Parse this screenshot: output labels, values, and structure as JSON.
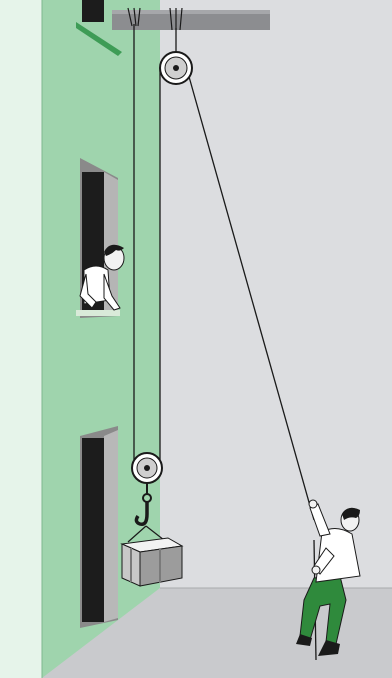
{
  "scene": {
    "subject": "pulley-hoist-illustration",
    "colors": {
      "building_facade": "#9fd4ad",
      "building_edge": "#e6f4ea",
      "building_side": "#bfe6c9",
      "sky_wall": "#dcdde0",
      "ground": "#c9cacd",
      "beam": "#8c8d90",
      "rope": "#1a1a1a",
      "pulley_fill": "#ffffff",
      "crate_light": "#e6e6e6",
      "crate_dark": "#9c9c9c",
      "man_shirt": "#ffffff",
      "man_pants": "#2f8a3c",
      "skin": "#f2f2f2"
    },
    "icons": {
      "fixed_pulley": "pulley-wheel",
      "movable_pulley": "pulley-wheel",
      "hook": "hook",
      "load": "crate"
    }
  }
}
